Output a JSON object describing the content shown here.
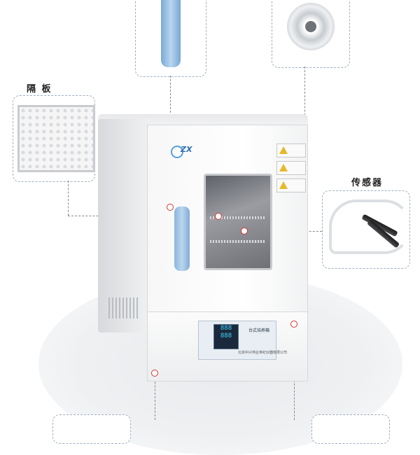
{
  "labels": {
    "partition": "隔 板",
    "sensor": "传感器"
  },
  "panel": {
    "title": "台式培养箱",
    "display_top": "888",
    "display_bottom": "888",
    "manufacturer": "北京中兴伟业世纪仪器有限公司"
  },
  "logo": {
    "text": "ZX"
  },
  "colors": {
    "accent_blue": "#8cb6dd",
    "callout_dot": "#d9342b",
    "warning_yellow": "#e5b928"
  }
}
